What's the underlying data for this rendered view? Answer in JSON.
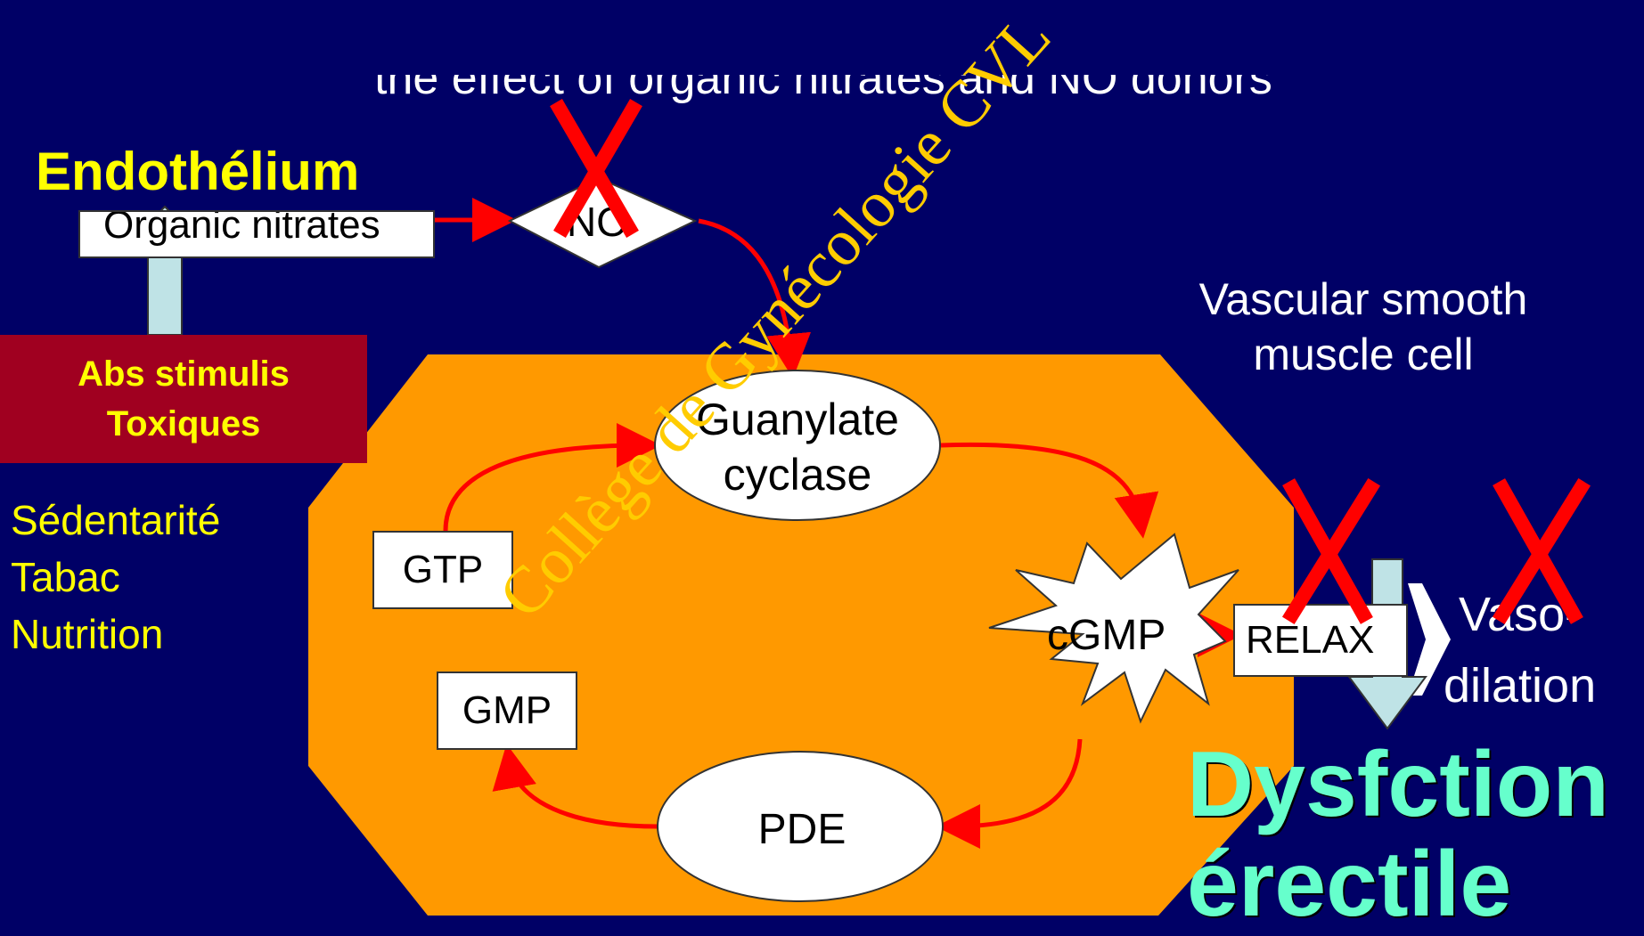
{
  "slide": {
    "title_partial": "the effect of organic nitrates and NO donors",
    "endothelium": "Endothélium",
    "organic_nitrates": "Organic nitrates",
    "no_label": "NO",
    "abs_stimulis": "Abs stimulis",
    "toxiques": "Toxiques",
    "risk_factors": [
      "Sédentarité",
      "Tabac",
      "Nutrition"
    ],
    "vsmc_line1": "Vascular smooth",
    "vsmc_line2": "muscle cell",
    "guanylate_line1": "Guanylate",
    "guanylate_line2": "cyclase",
    "gtp": "GTP",
    "cgmp": "cGMP",
    "gmp": "GMP",
    "pde": "PDE",
    "relax": "RELAX",
    "vaso_line1": "Vaso-",
    "vaso_line2": "dilation",
    "dysf_line1": "Dysfction",
    "dysf_line2": "érectile",
    "watermark": "Collège de Gynécologie CVL"
  },
  "colors": {
    "background": "#000066",
    "cell": "#ff9900",
    "arrow": "#ff0000",
    "cross": "#ff0000",
    "highlight_yellow": "#ffff00",
    "abs_box": "#a00020",
    "dysfunction": "#66ffcc",
    "up_arrow": "#bfe3e6"
  }
}
